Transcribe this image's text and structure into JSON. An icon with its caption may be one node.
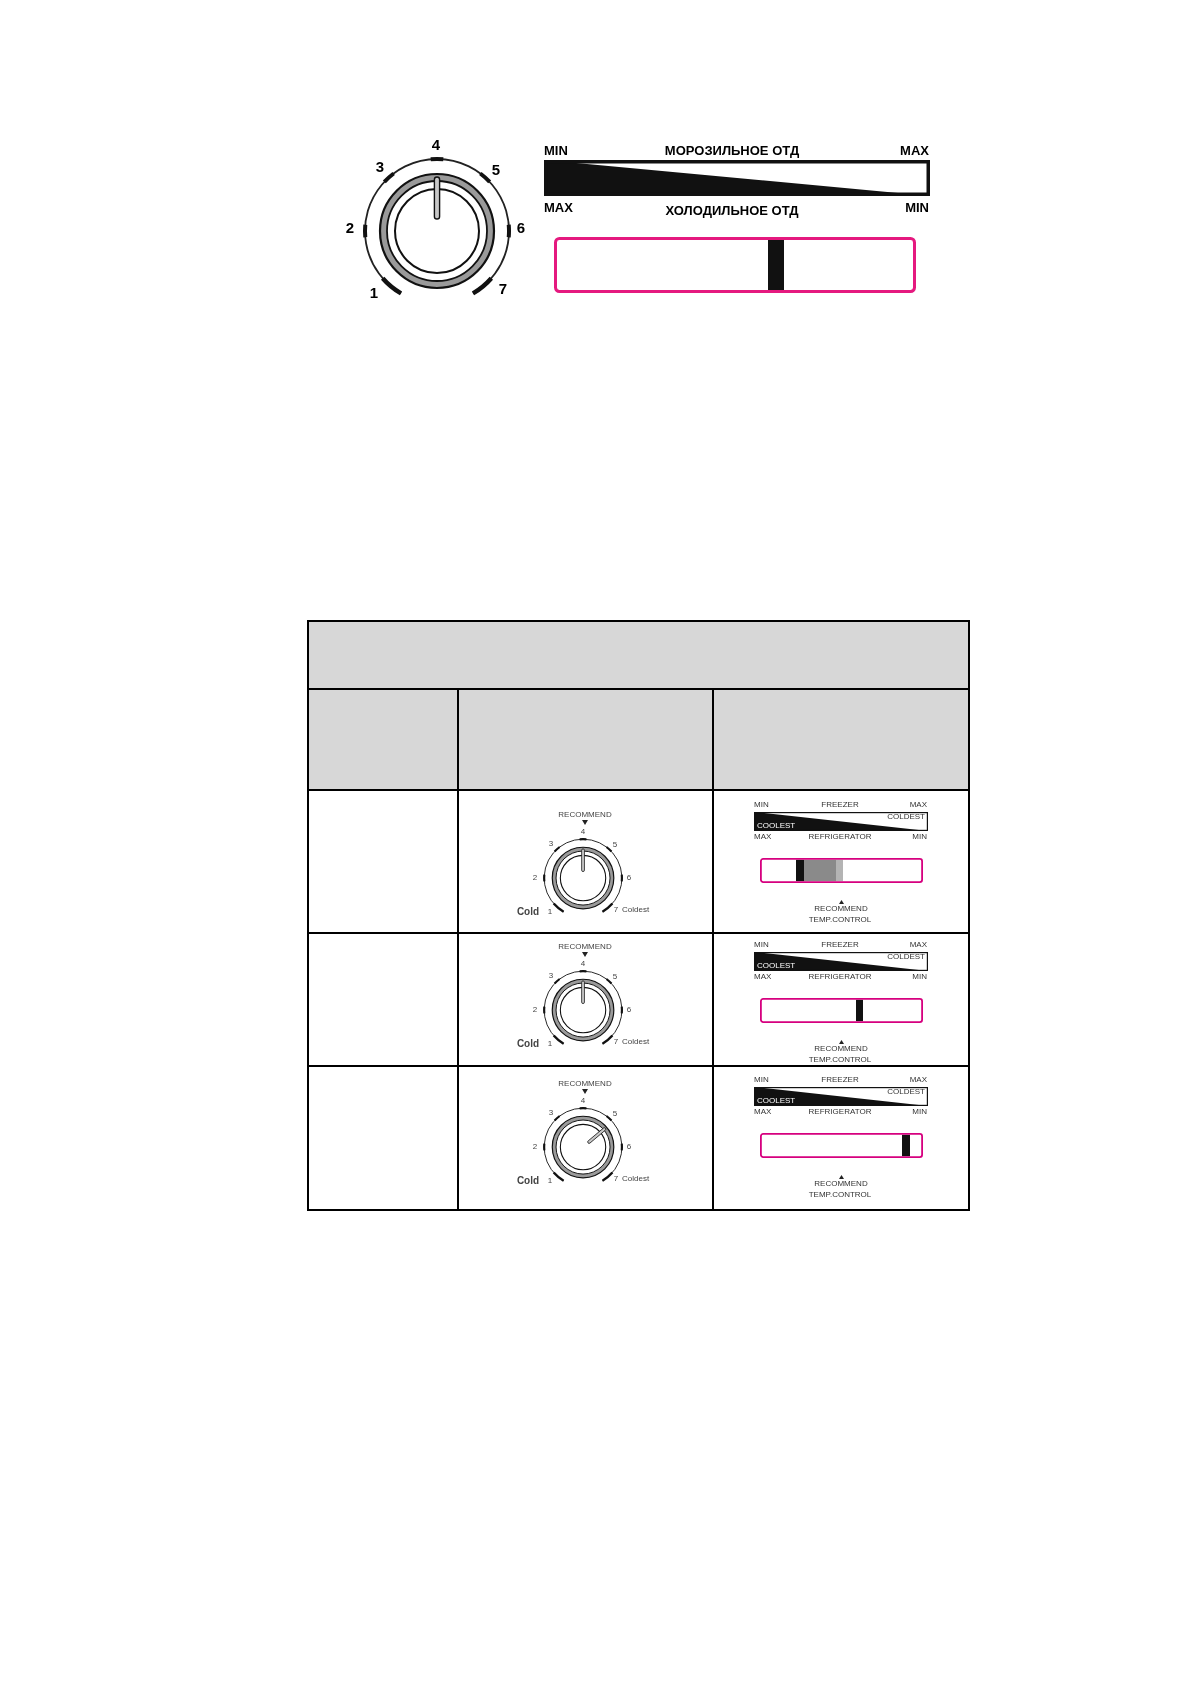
{
  "diagram": {
    "labels": [
      "4",
      "3",
      "5",
      "2",
      "6",
      "1",
      "7",
      "MIN",
      "МОРОЗИЛЬНОЕ ОТД",
      "MAX",
      "MAX",
      "ХОЛОДИЛЬНОЕ ОТД",
      "MIN",
      "RECOMMEND",
      "4",
      "3",
      "5",
      "2",
      "6",
      "Cold",
      "1",
      "7",
      "Coldest",
      "MIN",
      "FREEZER",
      "MAX",
      "COLDEST",
      "COOLEST",
      "MAX",
      "REFRIGERATOR",
      "MIN",
      "RECOMMEND",
      "TEMP.CONTROL",
      "RECOMMEND",
      "4",
      "3",
      "5",
      "2",
      "6",
      "Cold",
      "1",
      "7",
      "Coldest",
      "MIN",
      "FREEZER",
      "MAX",
      "COLDEST",
      "COOLEST",
      "MAX",
      "REFRIGERATOR",
      "MIN",
      "RECOMMEND",
      "TEMP.CONTROL",
      "RECOMMEND",
      "4",
      "3",
      "5",
      "2",
      "6",
      "Cold",
      "1",
      "7",
      "Coldest",
      "MIN",
      "FREEZER",
      "MAX",
      "COLDEST",
      "COOLEST",
      "MAX",
      "REFRIGERATOR",
      "MIN",
      "RECOMMEND",
      "TEMP.CONTROL"
    ]
  }
}
